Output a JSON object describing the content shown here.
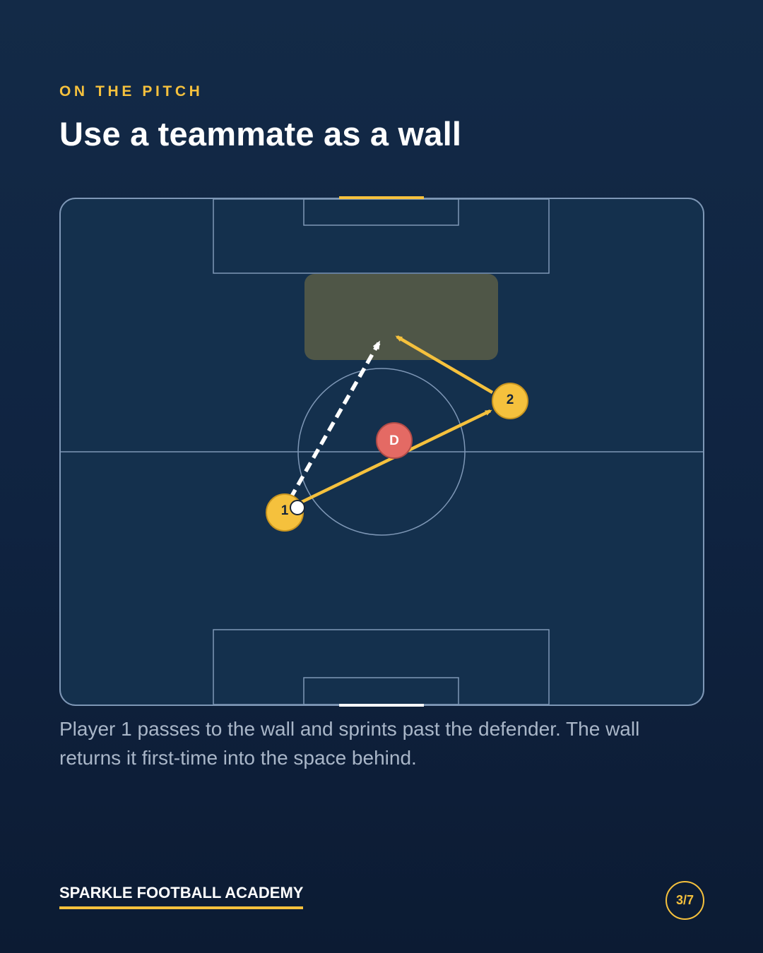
{
  "header": {
    "eyebrow": "ON THE PITCH",
    "title": "Use a teammate as a wall"
  },
  "diagram": {
    "players": [
      {
        "id": "player-1",
        "label": "1",
        "role": "attacker"
      },
      {
        "id": "player-2",
        "label": "2",
        "role": "wall"
      },
      {
        "id": "defender",
        "label": "D",
        "role": "defender"
      }
    ],
    "colors": {
      "pitch": "#14304d",
      "lines": "#7e97b6",
      "attacker": "#f5c13d",
      "defender": "#e46a64",
      "target_zone": "#4f5647",
      "run": "#ffffff",
      "pass": "#f5c13d",
      "top_goal": "#f5c13d",
      "bottom_goal": "#ffffff"
    }
  },
  "caption": "Player 1 passes to the wall and sprints past the defender. The wall returns it first-time into the space behind.",
  "footer": {
    "brand": "SPARKLE FOOTBALL ACADEMY",
    "page": "3/7"
  }
}
